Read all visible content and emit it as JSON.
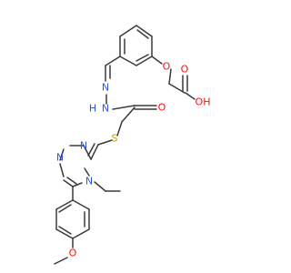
{
  "colors": {
    "bond": "#3a3a3a",
    "oxygen": "#ff0d0d",
    "nitrogen": "#3050f8",
    "sulfur": "#c8a000",
    "carbon": "#3a3a3a"
  },
  "atoms": {
    "o_ether": "O",
    "o_carbonyl_top": "O",
    "oh": "OH",
    "n_imine": "N",
    "n_hydrazide": "N",
    "h_hydrazide": "H",
    "o_amide": "O",
    "s_thioether": "S",
    "n_triazole_1": "N",
    "n_triazole_2": "N",
    "n_triazole_4": "N",
    "o_methoxy": "O"
  }
}
